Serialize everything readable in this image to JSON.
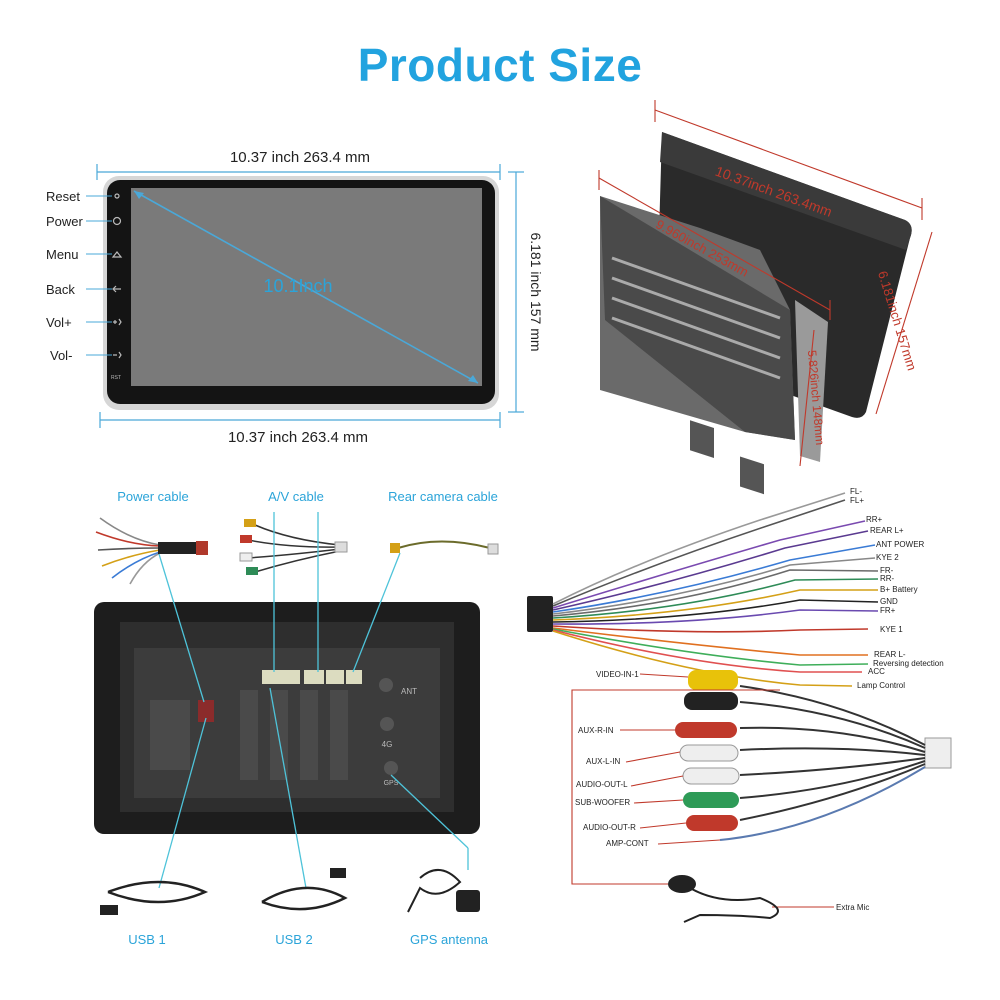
{
  "title": "Product Size",
  "front_view": {
    "top_dim": "10.37 inch 263.4 mm",
    "bottom_dim": "10.37 inch 263.4 mm",
    "right_dim": "6.181 inch 157 mm",
    "diagonal": "10.1Inch",
    "side_buttons": [
      "Reset",
      "Power",
      "Menu",
      "Back",
      "Vol+",
      "Vol-"
    ]
  },
  "side_view": {
    "top_dim": "10.37inch 263.4mm",
    "inner_dim": "9.960inch 253mm",
    "right_dim": "6.181inch 157mm",
    "depth_dim": "5.826inch 148mm"
  },
  "rear_view": {
    "callouts": [
      "Power cable",
      "A/V cable",
      "Rear camera cable",
      "USB 1",
      "USB 2",
      "GPS antenna"
    ],
    "panel_labels": [
      "ANT",
      "4G",
      "GPS"
    ]
  },
  "power_harness": {
    "wires": [
      "FL-",
      "FL+",
      "RR+",
      "REAR L+",
      "ANT POWER",
      "KYE 2",
      "FR-",
      "RR-",
      "B+   Battery",
      "GND",
      "FR+",
      "KYE 1",
      "REAR L-",
      "Reversing detection",
      "ACC",
      "Lamp Control"
    ]
  },
  "av_harness": {
    "connectors": [
      "VIDEO-IN-1",
      "AUX-R-IN",
      "AUX-L-IN",
      "AUDIO-OUT-L",
      "SUB-WOOFER",
      "AUDIO-OUT-R",
      "AMP-CONT",
      "Extra Mic"
    ]
  },
  "colors": {
    "title": "#22a3df",
    "dimension_line": "#2ba4d9",
    "side_dimension": "#c0392b",
    "screen": "#7a7a7a",
    "bezel": "#1a1a1a"
  }
}
